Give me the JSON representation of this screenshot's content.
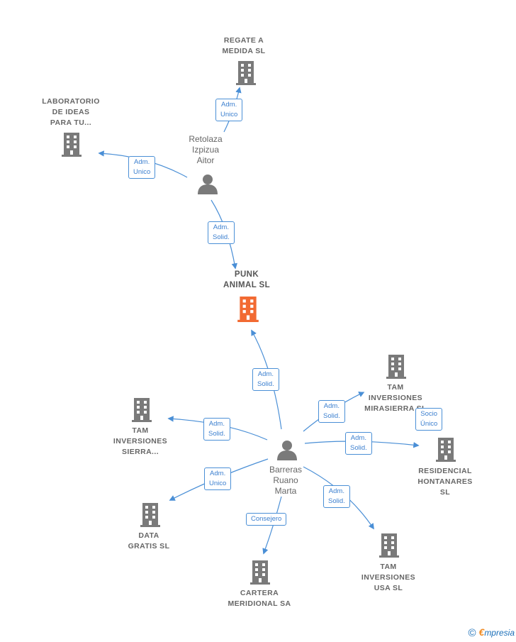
{
  "colors": {
    "edge": "#4a8fd6",
    "company_icon": "#7a7a7a",
    "focus_icon": "#f26a32",
    "person_icon": "#7a7a7a"
  },
  "nodes": {
    "regate": {
      "label": "REGATE A\nMEDIDA  SL",
      "icon": "building-icon"
    },
    "laboratorio": {
      "label": "LABORATORIO\nDE IDEAS\nPARA TU...",
      "icon": "building-icon"
    },
    "retolaza": {
      "label": "Retolaza\nIzpizua\nAitor",
      "icon": "person-icon"
    },
    "punk": {
      "label": "PUNK\nANIMAL  SL",
      "icon": "building-icon"
    },
    "tam_mirasierra": {
      "label": "TAM\nINVERSIONES\nMIRASIERRA SL",
      "icon": "building-icon"
    },
    "tam_sierra": {
      "label": "TAM\nINVERSIONES\nSIERRA...",
      "icon": "building-icon"
    },
    "residencial": {
      "label": "RESIDENCIAL\nHONTANARES\nSL",
      "icon": "building-icon"
    },
    "barreras": {
      "label": "Barreras\nRuano\nMarta",
      "icon": "person-icon"
    },
    "data_gratis": {
      "label": "DATA\nGRATIS SL",
      "icon": "building-icon"
    },
    "cartera": {
      "label": "CARTERA\nMERIDIONAL SA",
      "icon": "building-icon"
    },
    "tam_usa": {
      "label": "TAM\nINVERSIONES\nUSA  SL",
      "icon": "building-icon"
    }
  },
  "edges": {
    "retolaza_regate": "Adm.\nUnico",
    "retolaza_laboratorio": "Adm.\nUnico",
    "retolaza_punk": "Adm.\nSolid.",
    "barreras_punk": "Adm.\nSolid.",
    "barreras_tam_mirasierra": "Adm.\nSolid.",
    "tam_mirasierra_residencial": "Socio\nÚnico",
    "barreras_residencial": "Adm.\nSolid.",
    "barreras_tam_sierra": "Adm.\nSolid.",
    "barreras_data_gratis": "Adm.\nUnico",
    "barreras_cartera": "Consejero",
    "barreras_tam_usa": "Adm.\nSolid."
  },
  "brand": {
    "copyright": "©",
    "e": "€",
    "rest": "mpresia"
  }
}
